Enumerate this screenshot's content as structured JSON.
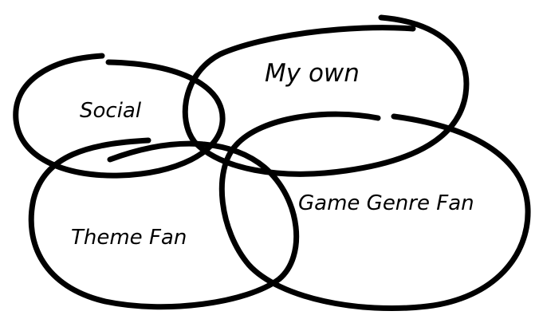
{
  "diagram": {
    "type": "hand-drawn-venn",
    "stroke_color": "#000000",
    "background": "#ffffff",
    "labels": {
      "social": "Social",
      "my_own": "My own",
      "theme_fan": "Theme Fan",
      "game_genre_fan": "Game Genre Fan"
    }
  }
}
